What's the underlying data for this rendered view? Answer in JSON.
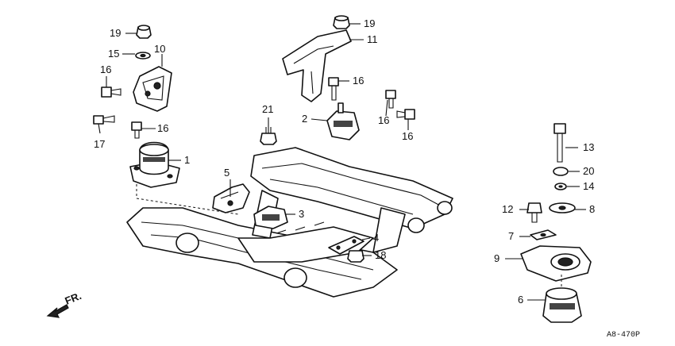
{
  "diagram": {
    "callouts": {
      "c1": "1",
      "c2": "2",
      "c3": "3",
      "c4": "4",
      "c5": "5",
      "c6": "6",
      "c7": "7",
      "c8": "8",
      "c9": "9",
      "c10": "10",
      "c11": "11",
      "c12": "12",
      "c13": "13",
      "c14": "14",
      "c15": "15",
      "c16a": "16",
      "c16b": "16",
      "c16c": "16",
      "c16d": "16",
      "c16e": "16",
      "c17": "17",
      "c18": "18",
      "c19a": "19",
      "c19b": "19",
      "c20": "20",
      "c21": "21"
    },
    "direction_label": "FR.",
    "reference_code": "A8-470P"
  }
}
